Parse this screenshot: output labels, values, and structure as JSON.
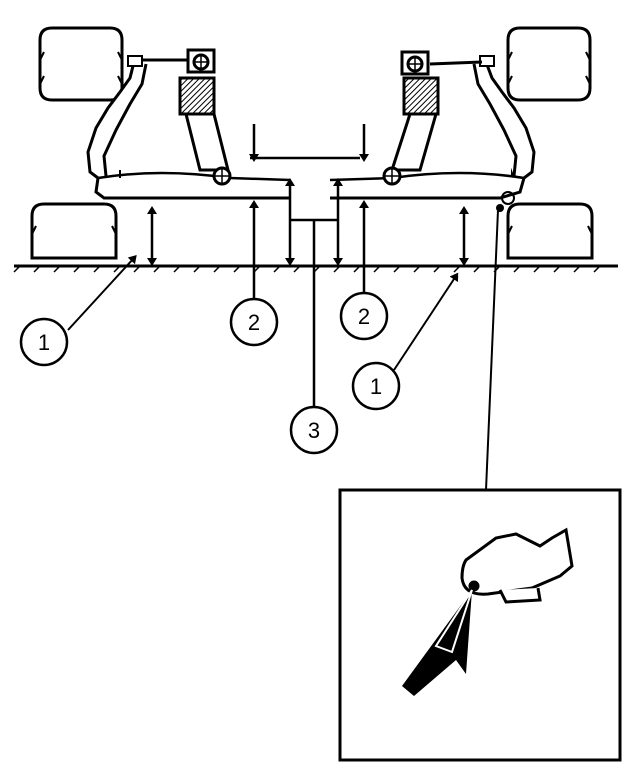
{
  "callouts": [
    {
      "id": "c1-left",
      "label": "1"
    },
    {
      "id": "c2-left",
      "label": "2"
    },
    {
      "id": "c2-right",
      "label": "2"
    },
    {
      "id": "c1-right",
      "label": "1"
    },
    {
      "id": "c3",
      "label": "3"
    }
  ],
  "colors": {
    "ink": "#000000",
    "paper": "#ffffff"
  },
  "icons": {
    "detail_pointer": "arrow-icon",
    "measure_arrows": "double-arrow-icon"
  }
}
